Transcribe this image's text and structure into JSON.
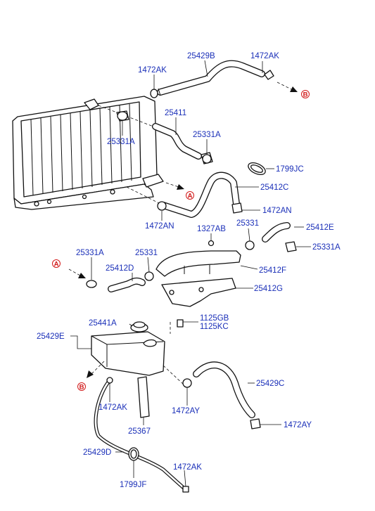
{
  "diagram": {
    "labels": {
      "p25429B": "25429B",
      "p1472AK_top_right": "1472AK",
      "p1472AK_top_left": "1472AK",
      "p25411": "25411",
      "p25331A_left": "25331A",
      "p25331A_mid": "25331A",
      "p1799JC": "1799JC",
      "p25412C": "25412C",
      "p1472AN_right": "1472AN",
      "p1472AN_left": "1472AN",
      "p1327AB": "1327AB",
      "p25331_right": "25331",
      "p25412E": "25412E",
      "p25331A_right": "25331A",
      "p25331A_bottom_left": "25331A",
      "p25331_mid": "25331",
      "p25412D": "25412D",
      "p25412F": "25412F",
      "p25412G": "25412G",
      "p25441A": "25441A",
      "p1125GB": "1125GB",
      "p1125KC": "1125KC",
      "p25429E": "25429E",
      "p1472AK_tank": "1472AK",
      "p1472AY_mid": "1472AY",
      "p25429C": "25429C",
      "p1472AY_right": "1472AY",
      "p25367": "25367",
      "p25429D": "25429D",
      "p1799JF": "1799JF",
      "p1472AK_bottom": "1472AK"
    },
    "refs": {
      "ref_B_top": "B",
      "ref_A_mid": "A",
      "ref_A_left": "A",
      "ref_B_tank": "B"
    },
    "colors": {
      "label": "#1a2fb8",
      "reference_mark": "#d21a1a",
      "line_art": "#111111"
    }
  }
}
